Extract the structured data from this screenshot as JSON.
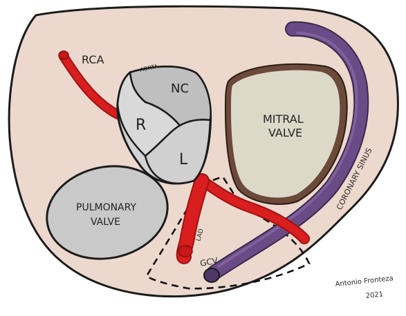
{
  "labels": {
    "rca": "RCA",
    "aorta": "AORTA",
    "nc": "NC",
    "r": "R",
    "l": "L",
    "mitral_line1": "MITRAL",
    "mitral_line2": "VALVE",
    "pulmonary_line1": "PULMONARY",
    "pulmonary_line2": "VALVE",
    "lad": "LAD",
    "gcv": "GCV",
    "coronary_sinus": "CORONARY SINUS"
  },
  "signature": {
    "name": "Antonio Fronteza",
    "year": "2021"
  },
  "colors": {
    "base": "#ecd8cd",
    "artery": "#d81e1e",
    "vein": "#6a4b86",
    "mitral_fill": "#ddd9c9",
    "mitral_ring": "#6b4a3a",
    "pulmonary_fill": "#c9c9c9",
    "aortic_fill": "#d3d3d3",
    "outline": "#1b1b1b"
  }
}
